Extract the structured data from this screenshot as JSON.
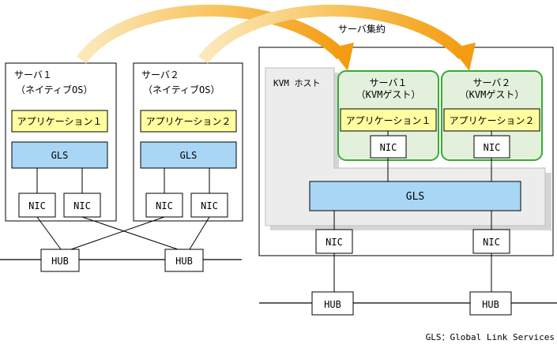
{
  "colors": {
    "app_box": "#ffffa0",
    "gls_box": "#a9d6f5",
    "guest_fill": "#e3f1dc",
    "guest_border": "#3aaa35",
    "host_fill": "#e9e9e9",
    "arrow_start": "#fbe7b6",
    "arrow_end": "#f39c12"
  },
  "left": {
    "server1": {
      "name": "サーバ１",
      "sub": "（ネイティブOS）",
      "app": "アプリケーション１",
      "gls": "GLS",
      "nic1": "NIC",
      "nic2": "NIC"
    },
    "server2": {
      "name": "サーバ２",
      "sub": "（ネイティブOS）",
      "app": "アプリケーション２",
      "gls": "GLS",
      "nic1": "NIC",
      "nic2": "NIC"
    },
    "hub1": "HUB",
    "hub2": "HUB"
  },
  "right": {
    "consolidation_label": "サーバ集約",
    "kvm_host_label": "KVM ホスト",
    "guest1": {
      "name": "サーバ１",
      "sub": "（KVMゲスト）",
      "app": "アプリケーション１",
      "nic": "NIC"
    },
    "guest2": {
      "name": "サーバ２",
      "sub": "（KVMゲスト）",
      "app": "アプリケーション２",
      "nic": "NIC"
    },
    "gls": "GLS",
    "nic1": "NIC",
    "nic2": "NIC",
    "hub1": "HUB",
    "hub2": "HUB"
  },
  "footnote": "GLS：Global Link Services"
}
